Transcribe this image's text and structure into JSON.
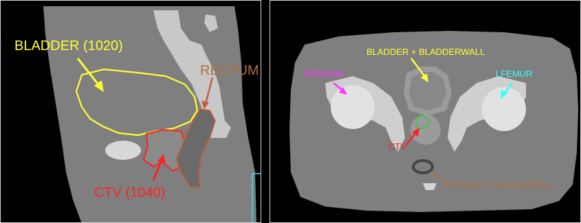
{
  "left_panel": {
    "labels": {
      "bladder": "BLADDER (1020)",
      "rectum": "RECTUM",
      "ctv": "CTV (1040)"
    }
  },
  "right_panel": {
    "labels": {
      "bladder": "BLADDER + BLADDERWALL",
      "rfemur": "RFEMUR",
      "lfemur": "LFEMUR",
      "ctv": "CTV",
      "rectum": "RECTUM + RECTUMWALL"
    }
  },
  "colors": {
    "bladder_contour": "#ffff33",
    "ctv_contour": "#ff2020",
    "rectum_contour": "#c0603a",
    "rfemur_label": "#ff33ff",
    "lfemur_label": "#33ffff",
    "rectum_label": "#b0703a",
    "ctv_right_circle": "#33cc33",
    "tissue": "#7f7f7f",
    "bone": "#d0d0d0"
  }
}
